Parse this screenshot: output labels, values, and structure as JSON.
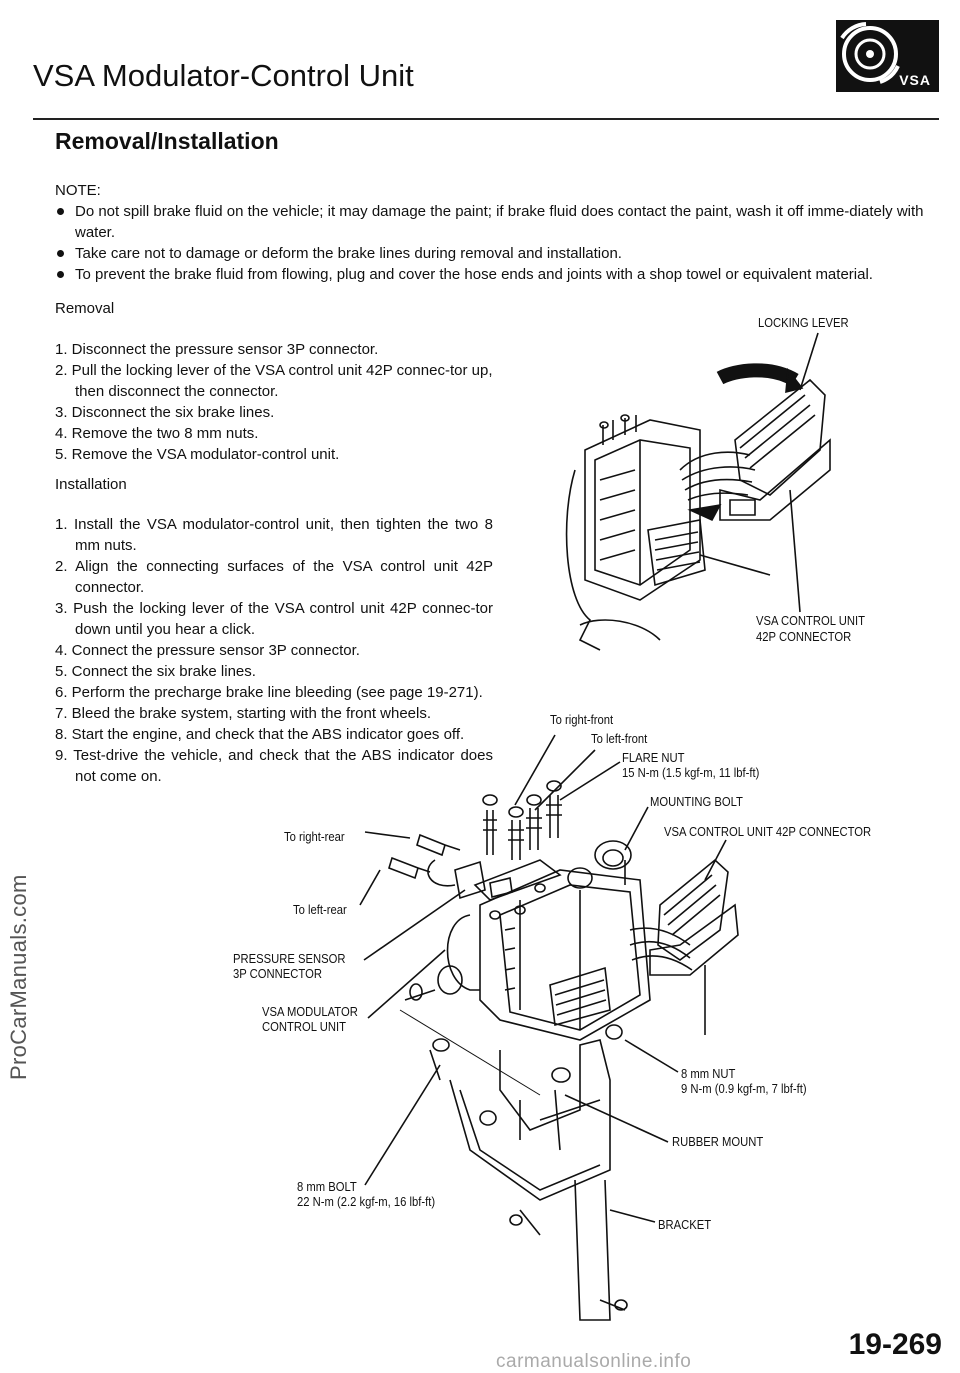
{
  "watermark_side": "ProCarManuals.com",
  "watermark_footer": "carmanualsonline.info",
  "page_title": "VSA Modulator-Control Unit",
  "icon_label": "VSA",
  "section_title": "Removal/Installation",
  "note_label": "NOTE:",
  "notes": [
    "Do not spill brake fluid on the vehicle; it may damage the paint; if brake fluid does contact the paint, wash it off imme-diately with water.",
    "Take care not to damage or deform the brake lines during removal and installation.",
    "To prevent the brake fluid from flowing, plug and cover the hose ends and joints with a shop towel or equivalent material."
  ],
  "removal_heading": "Removal",
  "removal_steps": [
    "1. Disconnect the pressure sensor 3P connector.",
    "2. Pull the locking lever of the VSA control unit 42P connec-tor up, then disconnect the connector.",
    "3. Disconnect the six brake lines.",
    "4. Remove the two 8 mm nuts.",
    "5. Remove the VSA modulator-control unit."
  ],
  "installation_heading": "Installation",
  "installation_steps": [
    "1. Install the VSA modulator-control unit, then tighten the two 8 mm nuts.",
    "2. Align the connecting surfaces of the VSA control unit 42P connector.",
    "3. Push the locking lever of the VSA control unit 42P connec-tor down until you hear a click.",
    "4. Connect the pressure sensor 3P connector.",
    "5. Connect the six brake lines.",
    "6. Perform the precharge brake line bleeding (see page 19-271).",
    "7. Bleed the brake system, starting with the front wheels.",
    "8. Start the engine, and check that the ABS indicator goes off.",
    "9. Test-drive the vehicle, and check that the ABS indicator does not come on."
  ],
  "labels": {
    "locking_lever": "LOCKING LEVER",
    "vsa_connector_top_1": "VSA CONTROL UNIT",
    "vsa_connector_top_2": "42P CONNECTOR",
    "to_right_front": "To right-front",
    "to_left_front": "To left-front",
    "flare_nut": "FLARE NUT",
    "flare_nut_torque": "15 N-m (1.5 kgf-m, 11 lbf-ft)",
    "mounting_bolt": "MOUNTING BOLT",
    "vsa_connector_bottom": "VSA CONTROL UNIT 42P CONNECTOR",
    "to_right_rear": "To right-rear",
    "to_left_rear": "To left-rear",
    "pressure_sensor_1": "PRESSURE SENSOR",
    "pressure_sensor_2": "3P CONNECTOR",
    "modulator_1": "VSA MODULATOR",
    "modulator_2": "CONTROL UNIT",
    "nut_8mm": "8 mm NUT",
    "nut_8mm_torque": "9 N-m (0.9 kgf-m, 7 lbf-ft)",
    "rubber_mount": "RUBBER MOUNT",
    "bolt_8mm": "8 mm BOLT",
    "bolt_8mm_torque": "22 N-m (2.2 kgf-m, 16 lbf-ft)",
    "bracket": "BRACKET"
  },
  "page_number": "19-269"
}
